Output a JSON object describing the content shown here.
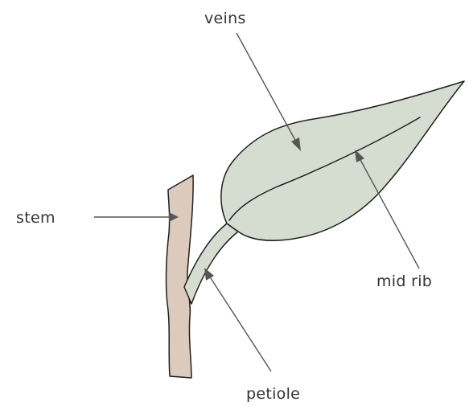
{
  "labels": {
    "veins": "veins",
    "stem": "stem",
    "mid_rib": "mid rib",
    "petiole": "petiole"
  },
  "colors": {
    "leaf_fill": "#d5ddd0",
    "stem_fill": "#dccbbd",
    "outline": "#1f1f1f",
    "arrow": "#555555",
    "text": "#333333"
  }
}
